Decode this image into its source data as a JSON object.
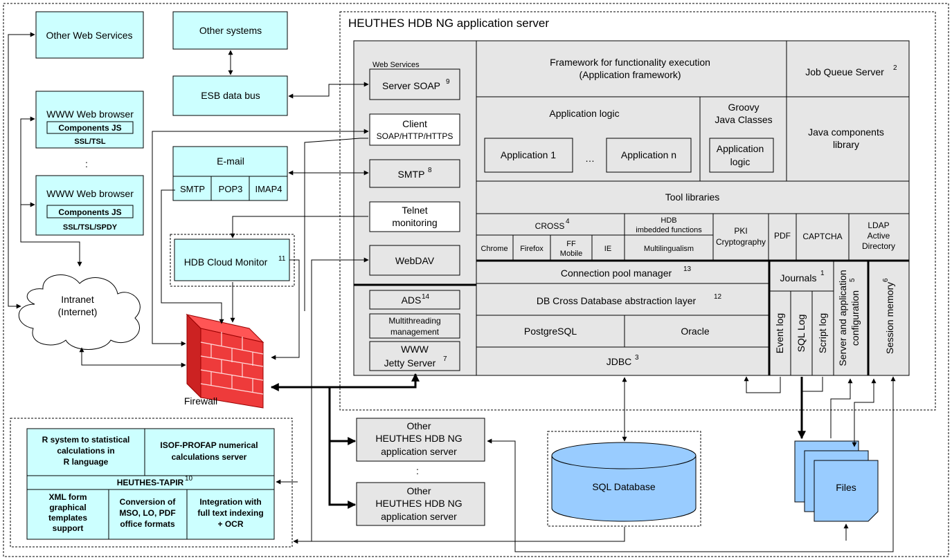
{
  "title": "HEUTHES HDB NG application server",
  "external": {
    "other_web_services": "Other Web Services",
    "other_systems": "Other systems",
    "esb": "ESB data bus",
    "browser1": {
      "title": "WWW Web browser",
      "components": "Components JS",
      "ssl": "SSL/TSL"
    },
    "dots_vertical": ":",
    "browser2": {
      "title": "WWW Web browser",
      "components": "Components JS",
      "ssl": "SSL/TSL/SPDY"
    },
    "email": {
      "title": "E-mail",
      "smtp": "SMTP",
      "pop3": "POP3",
      "imap4": "IMAP4"
    },
    "cloud_monitor": "HDB Cloud Monitor",
    "cloud_monitor_sup": "11",
    "intranet": [
      "Intranet",
      "(Internet)"
    ],
    "firewall": "Firewall"
  },
  "server": {
    "web_services_label": "Web Services",
    "soap": "Server SOAP",
    "soap_sup": "9",
    "client": [
      "Client",
      "SOAP/HTTP/HTTPS"
    ],
    "smtp": "SMTP",
    "smtp_sup": "8",
    "telnet": [
      "Telnet",
      "monitoring"
    ],
    "webdav": "WebDAV",
    "ads": "ADS",
    "ads_sup": "14",
    "multithreading": [
      "Multithreading",
      "management"
    ],
    "jetty": [
      "WWW",
      "Jetty Server"
    ],
    "jetty_sup": "7",
    "framework": [
      "Framework for functionality execution",
      "(Application framework)"
    ],
    "job_queue": "Job Queue Server",
    "job_queue_sup": "2",
    "app_logic": "Application logic",
    "app1": "Application 1",
    "ellipsis": "…",
    "appn": "Application n",
    "groovy": [
      "Groovy",
      "Java Classes"
    ],
    "groovy_logic": [
      "Application",
      "logic"
    ],
    "java_components": [
      "Java components",
      "library"
    ],
    "tool_libraries": "Tool libraries",
    "cross": "CROSS",
    "cross_sup": "4",
    "browsers": [
      "Chrome",
      "Firefox",
      "FF",
      "Mobile",
      "IE"
    ],
    "hdb_functions": [
      "HDB",
      "imbedded functions"
    ],
    "multilingualism": "Multilingualism",
    "pki": [
      "PKI",
      "Cryptography"
    ],
    "pdf": "PDF",
    "captcha": "CAPTCHA",
    "ldap": [
      "LDAP",
      "Active",
      "Directory"
    ],
    "pool": "Connection pool manager",
    "pool_sup": "13",
    "dbcross": "DB Cross  Database abstraction layer",
    "dbcross_sup": "12",
    "postgres": "PostgreSQL",
    "oracle": "Oracle",
    "jdbc": "JDBC",
    "jdbc_sup": "3",
    "journals": "Journals",
    "journals_sup": "1",
    "event_log": "Event log",
    "sql_log": "SQL Log",
    "script_log": "Script log",
    "server_config": [
      "Server and application",
      "configuration"
    ],
    "server_config_sup": "5",
    "session_memory": "Session memory",
    "session_memory_sup": "6"
  },
  "bottom": {
    "other_server": [
      "Other",
      "HEUTHES HDB NG",
      "application server"
    ],
    "dots": ":",
    "sql_db": "SQL Database",
    "files": "Files",
    "r_system": [
      "R system to statistical",
      "calculations in",
      "R language"
    ],
    "isof": "ISOF-PROFAP numerical calculations server",
    "tapir": "HEUTHES-TAPIR",
    "tapir_sup": "10",
    "xml": [
      "XML form",
      "graphical",
      "templates",
      "support"
    ],
    "conversion": [
      "Conversion of",
      "MSO, LO, PDF",
      "office formats"
    ],
    "integration": [
      "Integration with",
      "full text indexing",
      "+ OCR"
    ]
  }
}
